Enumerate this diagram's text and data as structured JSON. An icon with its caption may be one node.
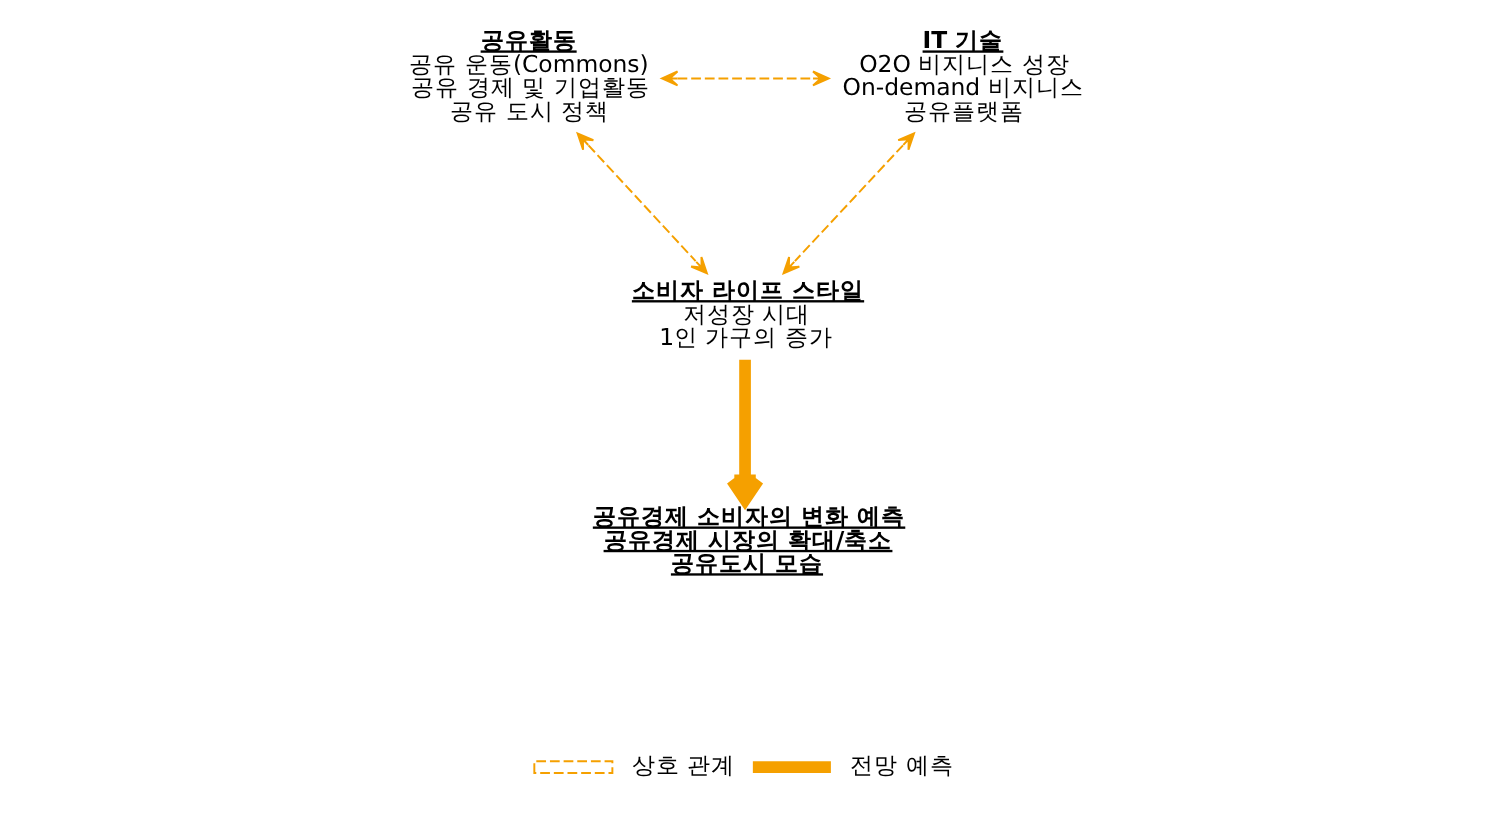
{
  "diagram": {
    "nodes": [
      {
        "text": [
          "소비자 라이프 스타일",
          "저성장 시대",
          "1인 가구의 증가"
        ]
      },
      {
        "text": [
          "공유활동",
          "공유 운동(Commons)",
          "공유 경제 및 기업활동",
          "공유 도시 정책"
        ]
      },
      {
        "text": [
          "IT 기술",
          "O2O 비지니스 성장",
          "On-demand 비지니스",
          "공유플랫폼"
        ]
      },
      {
        "text": [
          "공유경제 소비자의 변화 예측",
          "공유경제 시장의 확대/축소",
          "공유도시 모습"
        ]
      }
    ],
    "edges": [
      {
        "from": 0,
        "to": 3,
        "arrow": "to",
        "style": "thick"
      },
      {
        "from": 1,
        "to": 0,
        "arrow": "both",
        "style": "dashed"
      },
      {
        "from": 2,
        "to": 0,
        "arrow": "both",
        "style": "dashed"
      },
      {
        "from": 1,
        "to": 2,
        "arrow": "both",
        "style": "dashed"
      }
    ],
    "legend": [
      {
        "text": "상호 관계"
      },
      {
        "text": "전망 예측"
      }
    ]
  }
}
